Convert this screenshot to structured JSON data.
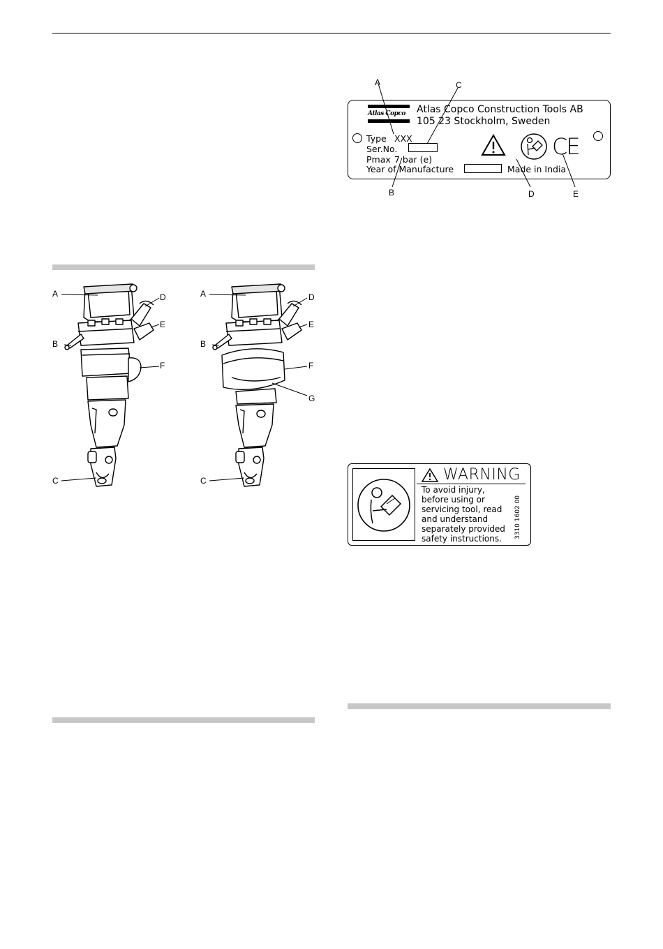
{
  "figure_breaker": {
    "callouts_left": [
      "A",
      "B",
      "C",
      "D",
      "E",
      "F"
    ],
    "callouts_right": [
      "A",
      "B",
      "C",
      "D",
      "E",
      "F",
      "G"
    ]
  },
  "data_plate": {
    "callouts": {
      "a": "A",
      "b": "B",
      "c": "C",
      "d": "D",
      "e": "E"
    },
    "logo_text": "Atlas Copco",
    "company": "Atlas Copco Construction Tools AB",
    "address": "105 23 Stockholm, Sweden",
    "type_label": "Type",
    "type_value": "XXX",
    "serial_label": "Ser.No.",
    "pmax_label": "Pmax",
    "pmax_value": "7 bar (e)",
    "year_label": "Year of Manufacture",
    "made_in": "Made in India",
    "ce_mark": "CE"
  },
  "warning_label": {
    "title": "WARNING",
    "lines": [
      "To avoid injury,",
      "before using or",
      "servicing tool, read",
      "and understand",
      "separately provided",
      "safety instructions."
    ],
    "part_number": "3310 1602 00"
  }
}
